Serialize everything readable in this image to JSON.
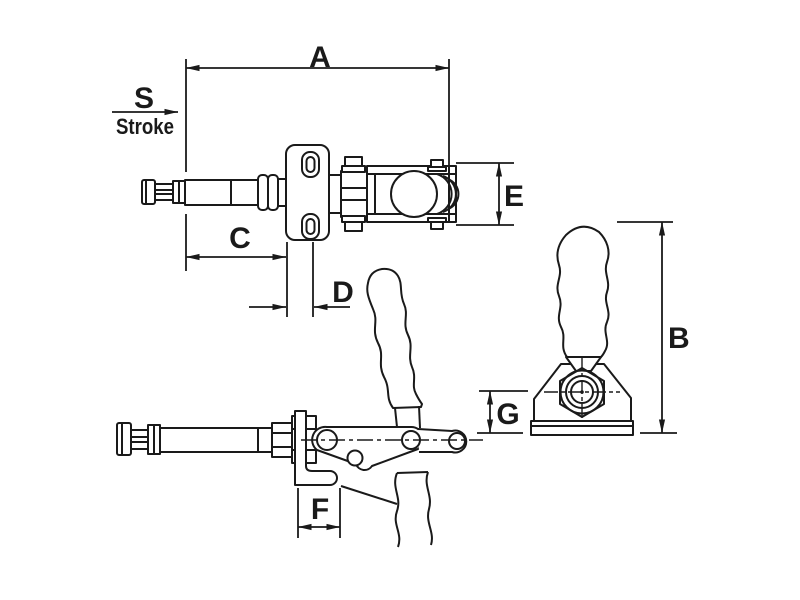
{
  "labels": {
    "a": "A",
    "s": "S",
    "stroke": "Stroke",
    "c": "C",
    "d": "D",
    "e": "E",
    "b": "B",
    "g": "G",
    "f": "F"
  },
  "colors": {
    "ink": "#1a1a1a",
    "background": "#ffffff"
  }
}
